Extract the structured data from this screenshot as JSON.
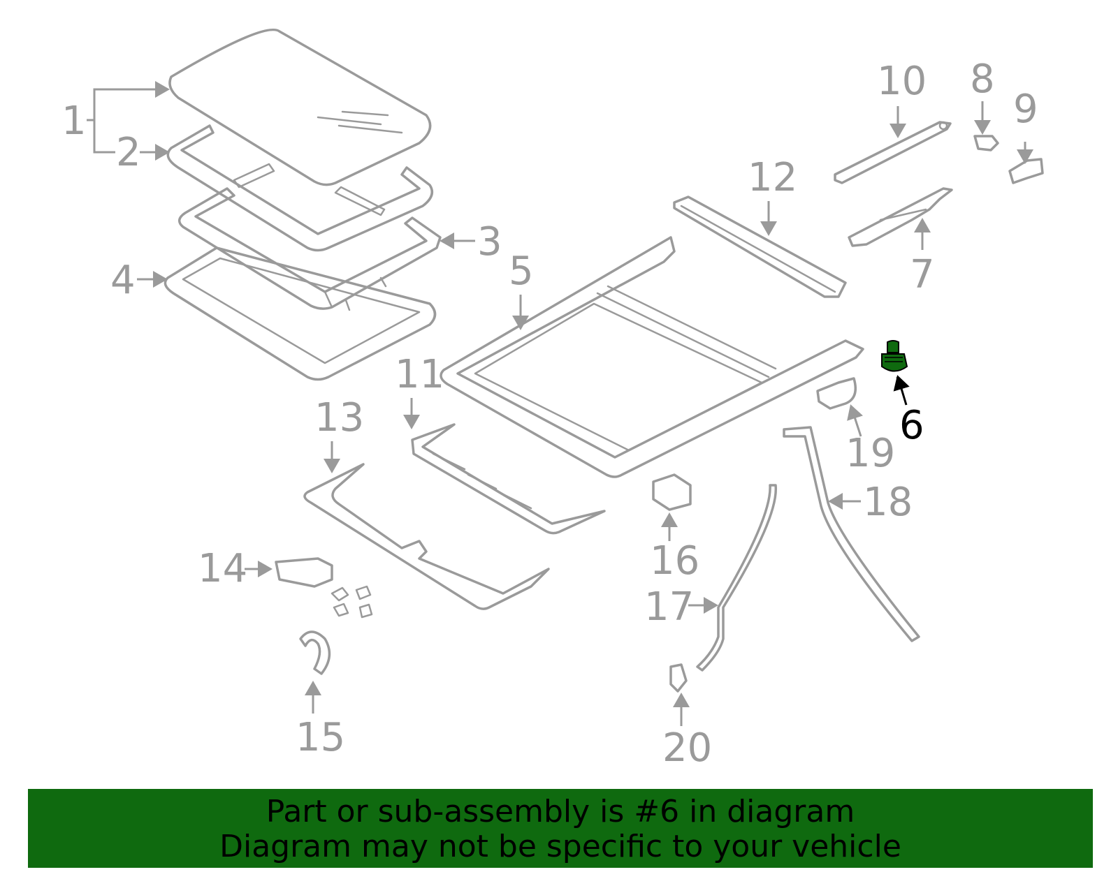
{
  "diagram": {
    "highlight_color": "#0f6a0f",
    "callouts": {
      "c1": "1",
      "c2": "2",
      "c3": "3",
      "c4": "4",
      "c5": "5",
      "c6": "6",
      "c7": "7",
      "c8": "8",
      "c9": "9",
      "c10": "10",
      "c11": "11",
      "c12": "12",
      "c13": "13",
      "c14": "14",
      "c15": "15",
      "c16": "16",
      "c17": "17",
      "c18": "18",
      "c19": "19",
      "c20": "20"
    },
    "highlighted_part": "6"
  },
  "banner": {
    "line1": "Part or sub-assembly is #6 in diagram",
    "line2": "Diagram may not be specific to your vehicle",
    "background": "#0f6a0f"
  }
}
